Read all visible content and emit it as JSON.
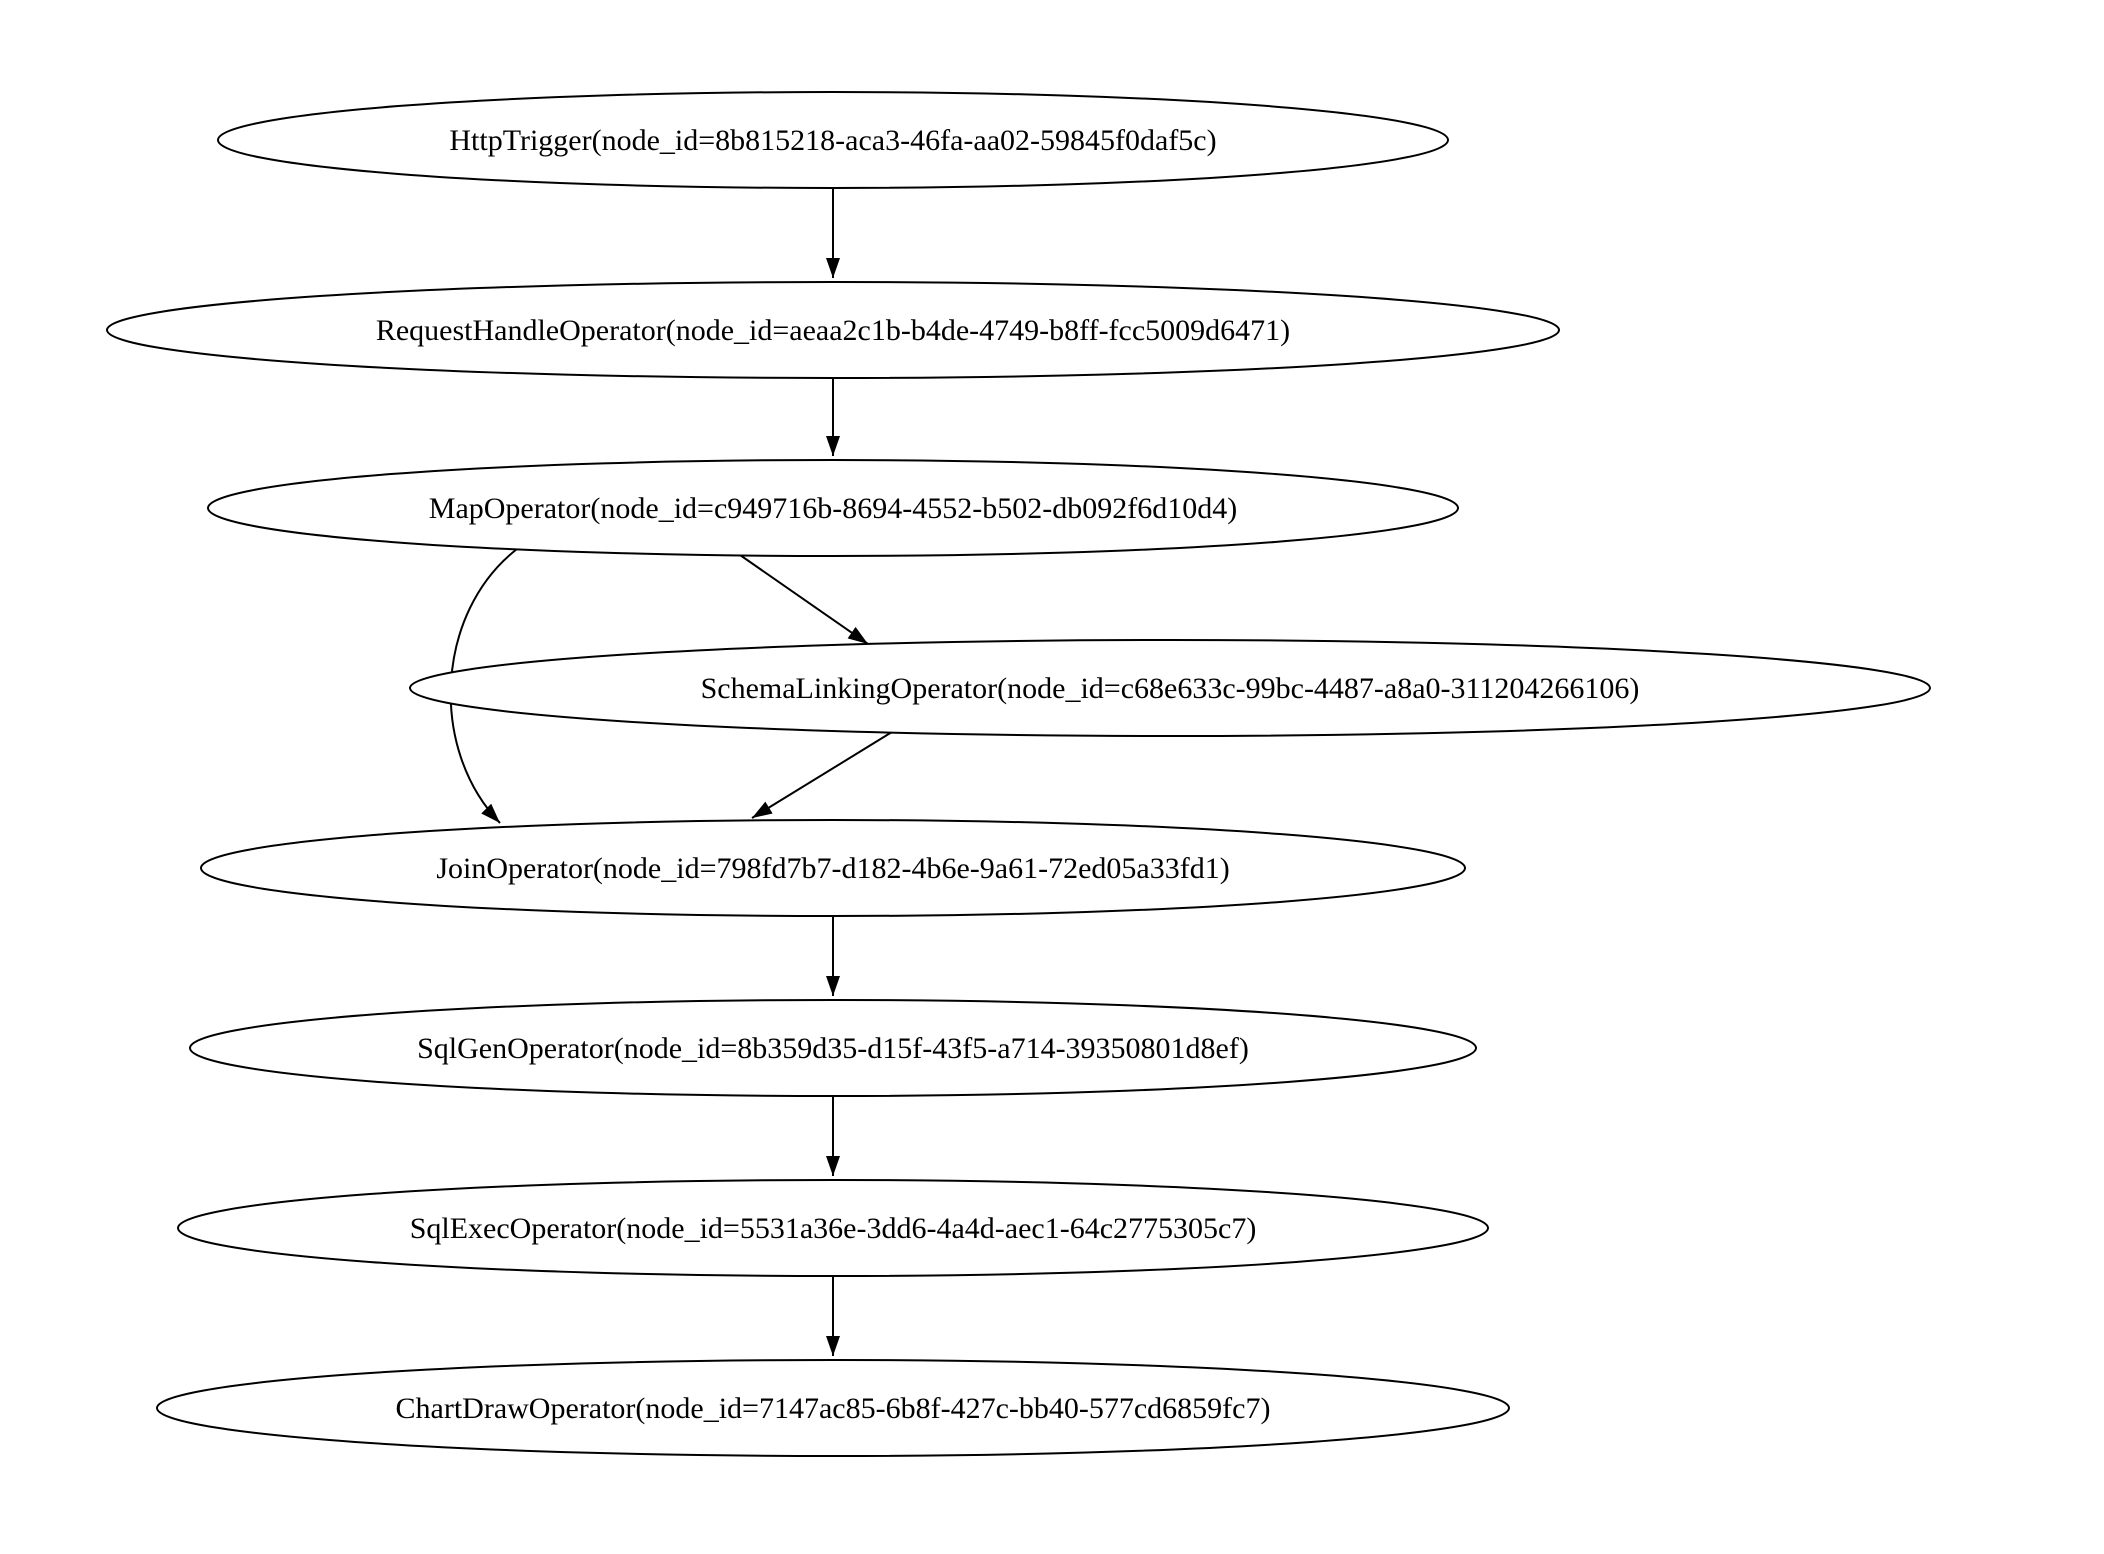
{
  "page": {
    "background": "#ffffff"
  },
  "diagram": {
    "type": "directed-graph",
    "direction": "top-to-bottom",
    "colors": {
      "node_fill": "#ffffff",
      "node_stroke": "#000000",
      "edge": "#000000",
      "text": "#000000"
    },
    "nodes": [
      {
        "name": "HttpTrigger",
        "label": "HttpTrigger(node_id=8b815218-aca3-46fa-aa02-59845f0daf5c)"
      },
      {
        "name": "RequestHandleOperator",
        "label": "RequestHandleOperator(node_id=aeaa2c1b-b4de-4749-b8ff-fcc5009d6471)"
      },
      {
        "name": "MapOperator",
        "label": "MapOperator(node_id=c949716b-8694-4552-b502-db092f6d10d4)"
      },
      {
        "name": "SchemaLinkingOperator",
        "label": "SchemaLinkingOperator(node_id=c68e633c-99bc-4487-a8a0-311204266106)"
      },
      {
        "name": "JoinOperator",
        "label": "JoinOperator(node_id=798fd7b7-d182-4b6e-9a61-72ed05a33fd1)"
      },
      {
        "name": "SqlGenOperator",
        "label": "SqlGenOperator(node_id=8b359d35-d15f-43f5-a714-39350801d8ef)"
      },
      {
        "name": "SqlExecOperator",
        "label": "SqlExecOperator(node_id=5531a36e-3dd6-4a4d-aec1-64c2775305c7)"
      },
      {
        "name": "ChartDrawOperator",
        "label": "ChartDrawOperator(node_id=7147ac85-6b8f-427c-bb40-577cd6859fc7)"
      }
    ],
    "edges": [
      {
        "from": "HttpTrigger",
        "to": "RequestHandleOperator"
      },
      {
        "from": "RequestHandleOperator",
        "to": "MapOperator"
      },
      {
        "from": "MapOperator",
        "to": "SchemaLinkingOperator"
      },
      {
        "from": "MapOperator",
        "to": "JoinOperator"
      },
      {
        "from": "SchemaLinkingOperator",
        "to": "JoinOperator"
      },
      {
        "from": "JoinOperator",
        "to": "SqlGenOperator"
      },
      {
        "from": "SqlGenOperator",
        "to": "SqlExecOperator"
      },
      {
        "from": "SqlExecOperator",
        "to": "ChartDrawOperator"
      }
    ]
  }
}
